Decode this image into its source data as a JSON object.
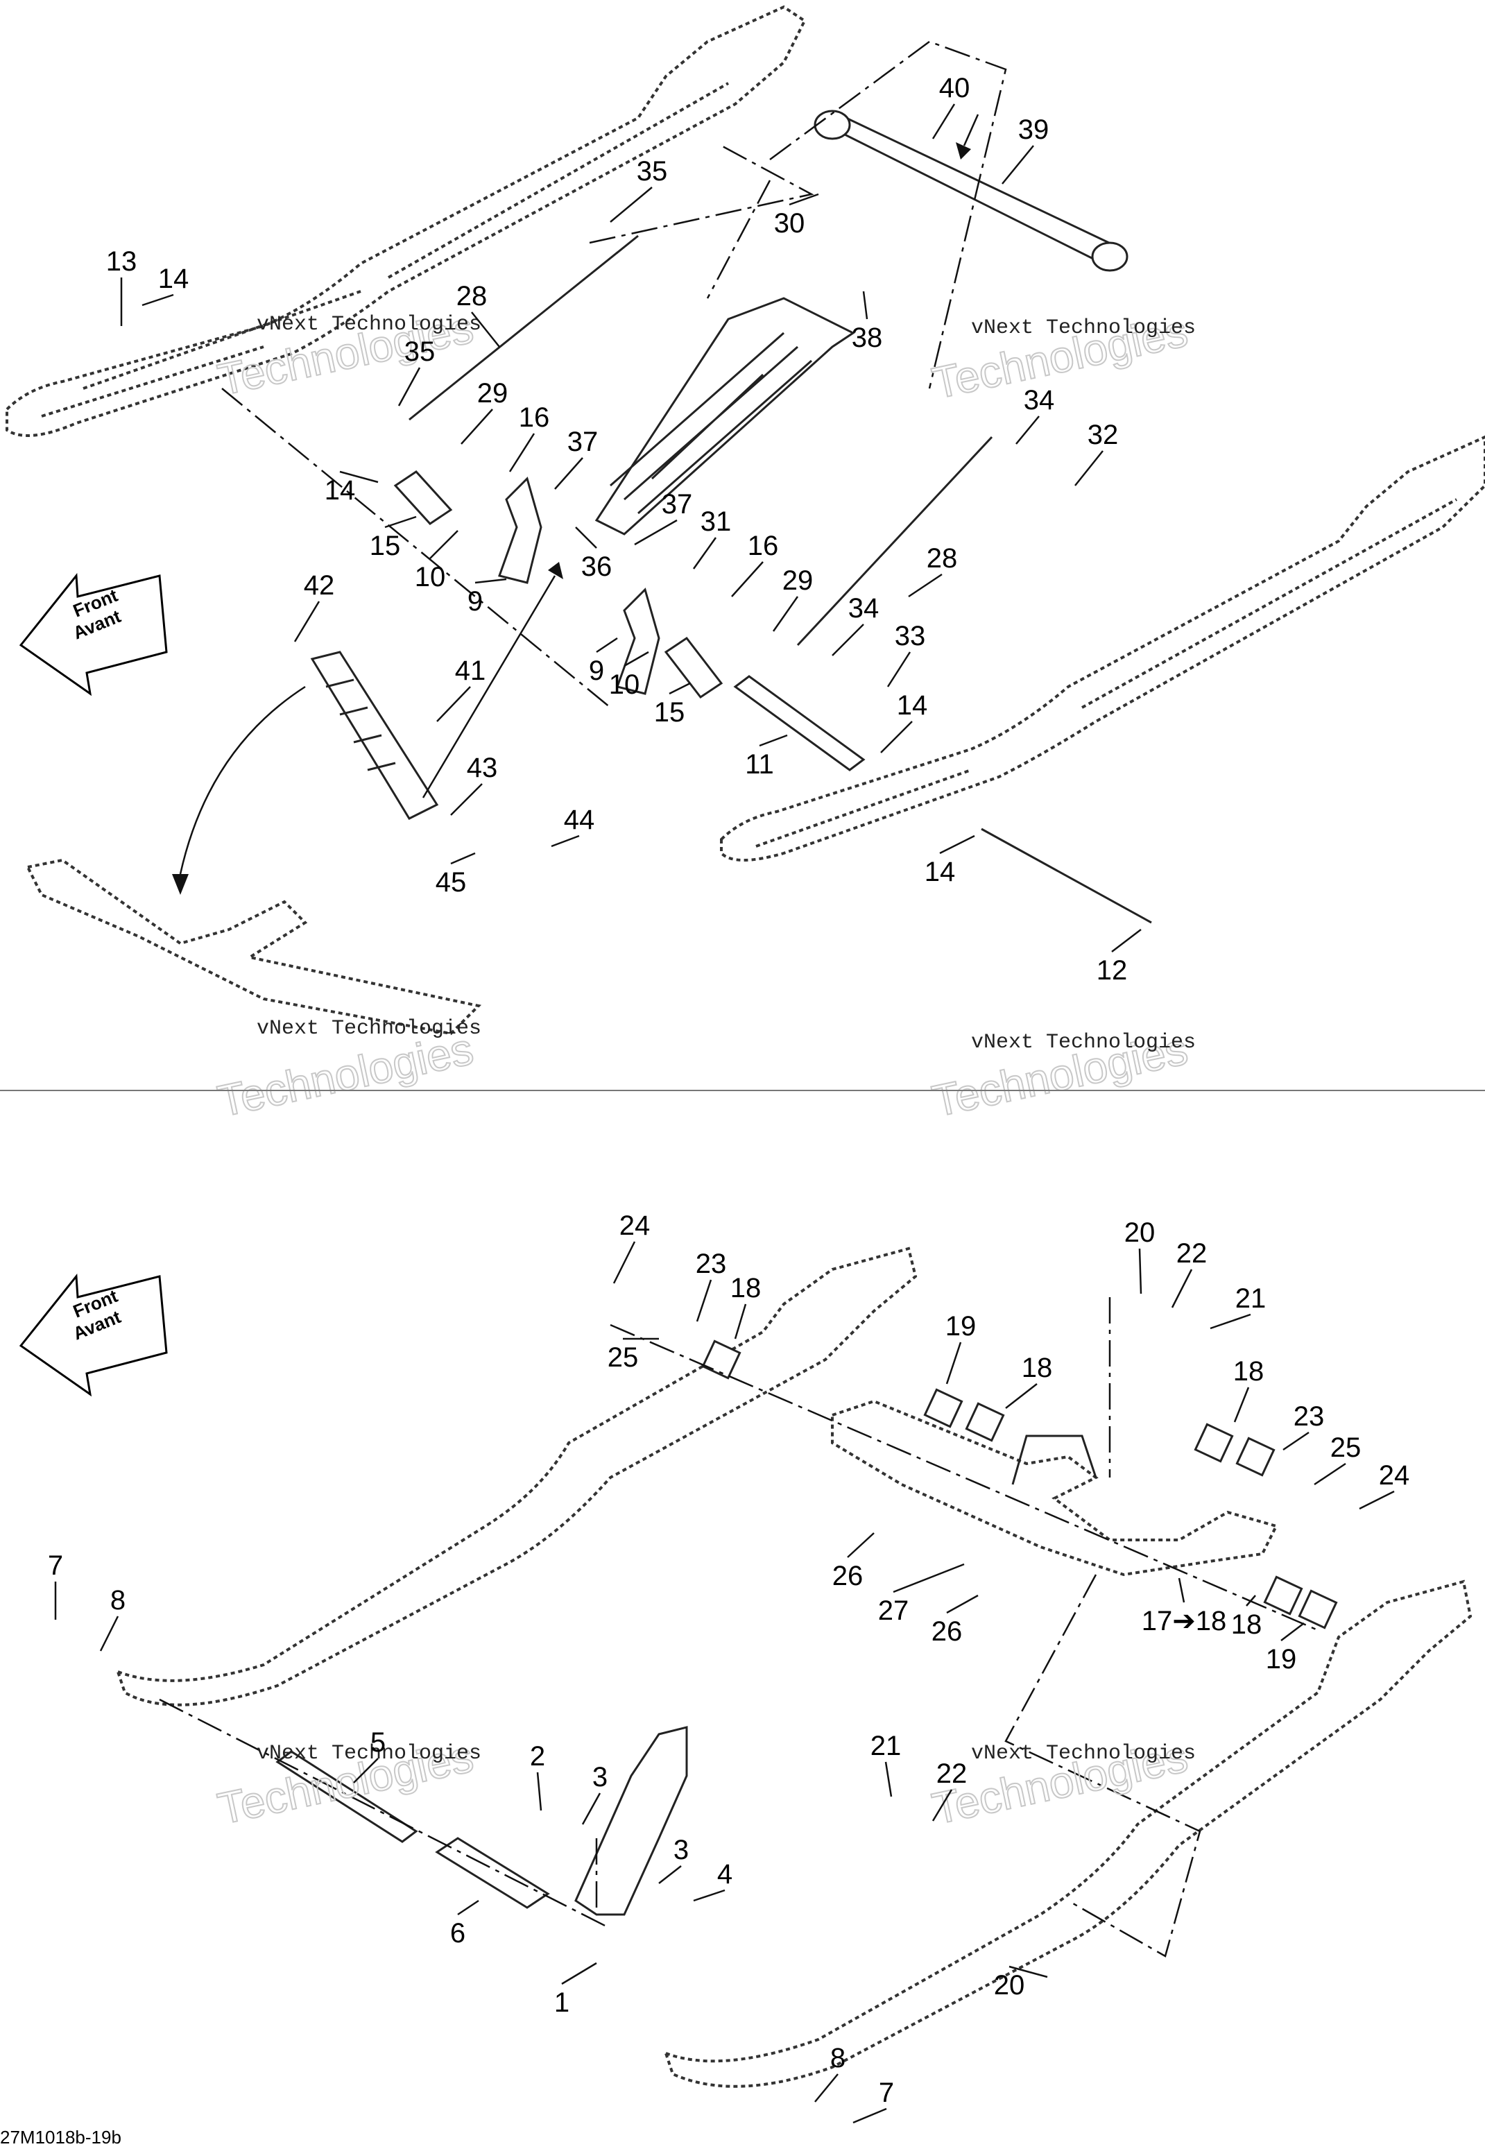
{
  "diagram": {
    "drawing_code": "27M1018b-19b",
    "watermark_line1": "vNext Technologies",
    "watermark_line2": "Technologies",
    "direction_label": {
      "line1": "Front",
      "line2": "Avant"
    },
    "callouts_top": [
      "40",
      "39",
      "35",
      "30",
      "13",
      "14",
      "28",
      "35",
      "38",
      "29",
      "16",
      "37",
      "34",
      "32",
      "14",
      "15",
      "10",
      "9",
      "36",
      "37",
      "31",
      "16",
      "29",
      "28",
      "42",
      "34",
      "33",
      "9",
      "10",
      "15",
      "14",
      "41",
      "11",
      "43",
      "44",
      "45",
      "14",
      "12"
    ],
    "callouts_bottom": [
      "24",
      "20",
      "22",
      "23",
      "18",
      "21",
      "25",
      "19",
      "18",
      "18",
      "23",
      "25",
      "24",
      "26",
      "27",
      "26",
      "17➔18",
      "18",
      "19",
      "7",
      "8",
      "5",
      "21",
      "2",
      "3",
      "22",
      "3",
      "4",
      "6",
      "1",
      "20",
      "8",
      "7"
    ]
  }
}
